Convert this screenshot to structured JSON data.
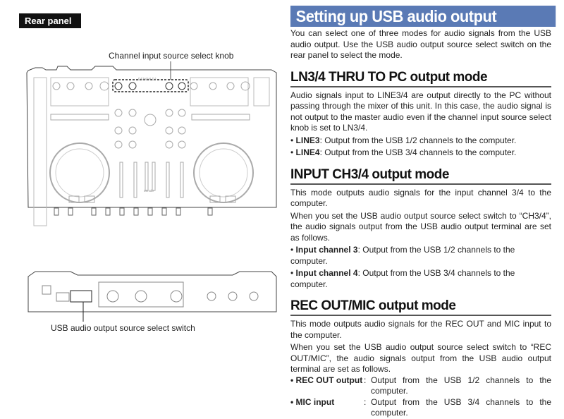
{
  "left": {
    "badge": "Rear panel",
    "callout_top": "Channel input source select knob",
    "callout_bottom": "USB audio output source select switch"
  },
  "right": {
    "title": "Setting up USB audio output",
    "intro": "You can select one of three modes for audio signals from the USB audio output. Use the USB audio output source select switch on the rear panel to select the mode.",
    "sections": [
      {
        "heading": "LN3/4 THRU TO PC output mode",
        "body": "Audio signals input to LINE3/4 are output directly to the PC without passing through the mixer of this unit. In this case, the audio signal is not output to the master audio even if the channel input source select knob is set to LN3/4.",
        "bullets": [
          {
            "label": "LINE3",
            "text": ": Output from the USB 1/2 channels to the computer."
          },
          {
            "label": "LINE4",
            "text": ": Output from the USB 3/4 channels to the computer."
          }
        ]
      },
      {
        "heading": "INPUT CH3/4 output mode",
        "body": "This mode outputs audio signals for the input channel 3/4 to the computer.",
        "body2": "When you set the USB audio output source select switch to “CH3/4”, the audio signals output from the USB audio output terminal are set as follows.",
        "bullets": [
          {
            "label": "Input channel 3",
            "text": ": Output from the USB 1/2 channels to the computer."
          },
          {
            "label": "Input channel 4",
            "text": ": Output from the USB 3/4 channels to the computer."
          }
        ]
      },
      {
        "heading": "REC OUT/MIC output mode",
        "body": "This mode outputs audio signals for the REC OUT and MIC input to the computer.",
        "body2": "When you set the USB audio output source select switch to “REC OUT/MIC”, the audio signals output from the USB audio output terminal are set as follows.",
        "bullets": [
          {
            "label": "REC OUT output",
            "text": "Output from the USB 1/2 channels to the computer."
          },
          {
            "label": "MIC input",
            "text": "Output from the USB 3/4 channels to the computer."
          }
        ]
      }
    ]
  }
}
